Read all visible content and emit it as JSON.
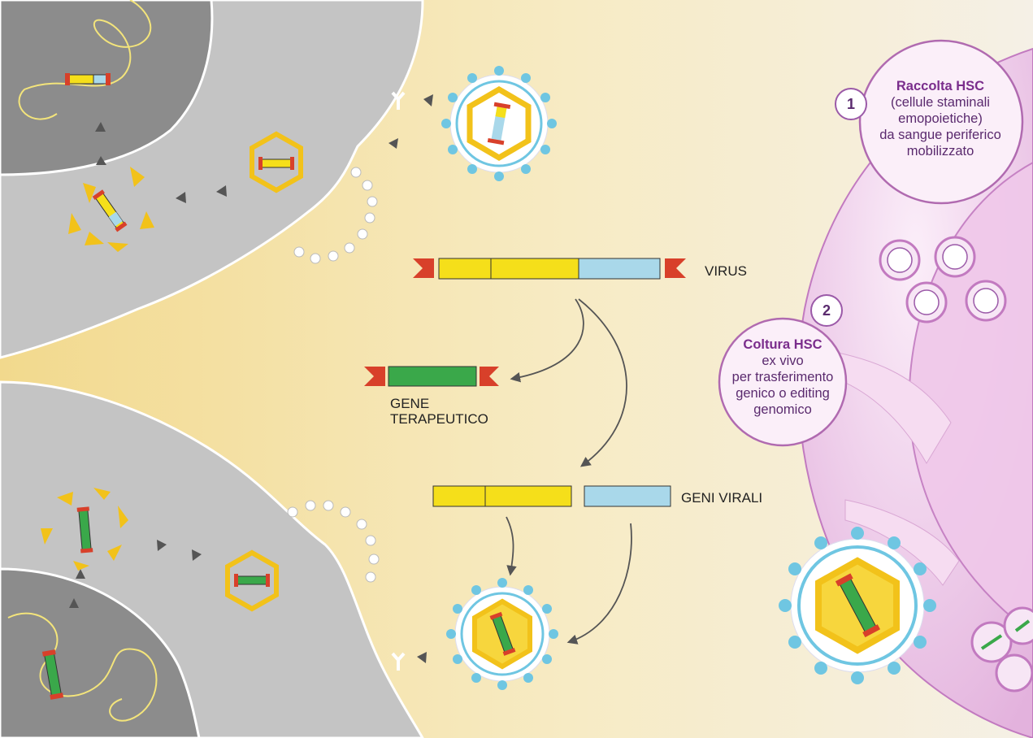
{
  "labels": {
    "virus": "VIRUS",
    "gene_line1": "GENE",
    "gene_line2": "TERAPEUTICO",
    "viral_genes": "GENI VIRALI"
  },
  "steps": [
    {
      "number": "1",
      "title": "Raccolta HSC",
      "lines": [
        "(cellule staminali",
        "emopoietiche)",
        "da sangue periferico",
        "mobilizzato"
      ]
    },
    {
      "number": "2",
      "title": "Coltura HSC",
      "lines": [
        "ex vivo",
        "per trasferimento",
        "genico o editing",
        "genomico"
      ]
    }
  ],
  "colors": {
    "background_yellow": "#f3dfa0",
    "cell_gray": "#c6c6c6",
    "nucleus_gray": "#8f8f8f",
    "viral_gene_yellow": "#f5df1a",
    "viral_gene_blue": "#a9d8ea",
    "therapeutic_gene_green": "#3aa84a",
    "ltr_red": "#d8402a",
    "capsid_gold": "#f2c21a",
    "envelope_blue": "#6fc6e2",
    "hsc_purple": "#c27ac0"
  }
}
